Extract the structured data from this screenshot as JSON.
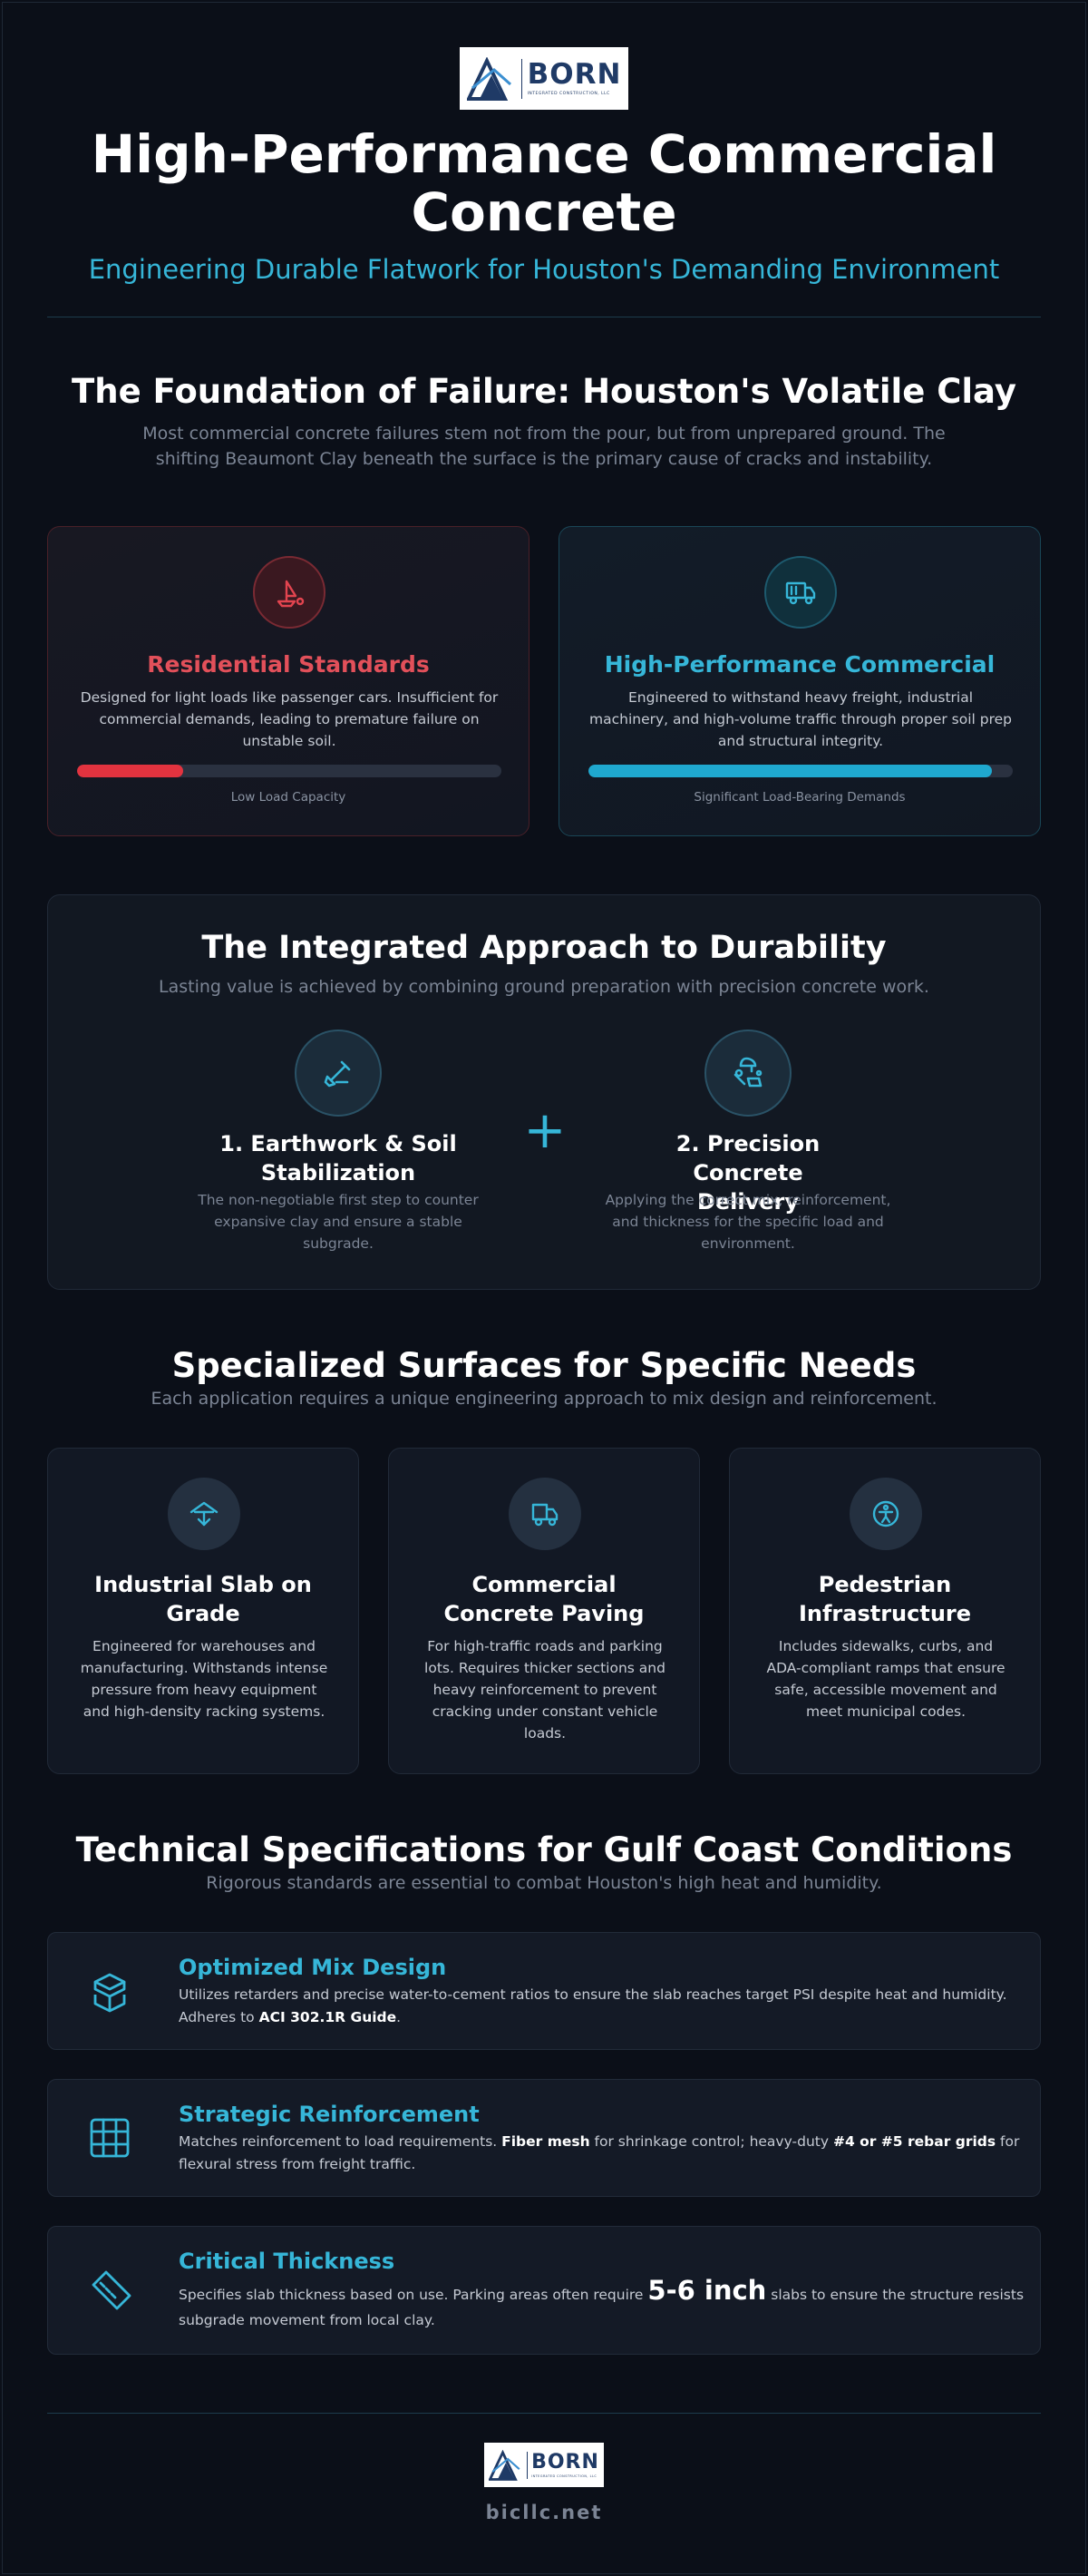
{
  "brand": {
    "logo_word": "BORN",
    "logo_tagline": "INTEGRATED CONSTRUCTION, LLC"
  },
  "header": {
    "title_line1": "High-Performance Commercial",
    "title_line2": "Concrete",
    "subtitle": "Engineering Durable Flatwork for Houston's Demanding Environment"
  },
  "foundation": {
    "title": "The Foundation of Failure: Houston's Volatile Clay",
    "subtitle": "Most commercial concrete failures stem not from the pour, but from unprepared ground. The shifting Beaumont Clay beneath the surface is the primary cause of cracks and instability.",
    "residential": {
      "icon": "sinking-boat-icon",
      "title": "Residential Standards",
      "body": "Designed for light loads like passenger cars. Insufficient for commercial demands, leading to premature failure on unstable soil.",
      "bar_fraction": 0.25,
      "bar_label": "Low Load Capacity",
      "color": "#e2444f"
    },
    "commercial": {
      "icon": "freight-truck-icon",
      "title": "High-Performance Commercial",
      "body": "Engineered to withstand heavy freight, industrial machinery, and high-volume traffic through proper soil prep and structural integrity.",
      "bar_fraction": 0.95,
      "bar_label": "Significant Load-Bearing Demands",
      "color": "#22a9cf"
    }
  },
  "approach": {
    "title": "The Integrated Approach to Durability",
    "subtitle": "Lasting value is achieved by combining ground preparation with precision concrete work.",
    "plus": "+",
    "steps": [
      {
        "icon": "shovel-icon",
        "title_line1": "1. Earthwork & Soil",
        "title_line2": "Stabilization",
        "body": "The non-negotiable first step to counter expansive clay and ensure a stable subgrade."
      },
      {
        "icon": "concrete-mixer-icon",
        "title_line1": "2. Precision Concrete",
        "title_line2": "Delivery",
        "body": "Applying the correct mix, reinforcement, and thickness for the specific load and environment."
      }
    ]
  },
  "surfaces": {
    "title": "Specialized Surfaces for Specific Needs",
    "subtitle": "Each application requires a unique engineering approach to mix design and reinforcement.",
    "items": [
      {
        "icon": "warehouse-icon",
        "title_line1": "Industrial Slab on",
        "title_line2": "Grade",
        "body": "Engineered for warehouses and manufacturing. Withstands intense pressure from heavy equipment and high-density racking systems."
      },
      {
        "icon": "truck-icon",
        "title_line1": "Commercial",
        "title_line2": "Concrete Paving",
        "body": "For high-traffic roads and parking lots. Requires thicker sections and heavy reinforcement to prevent cracking under constant vehicle loads."
      },
      {
        "icon": "accessibility-icon",
        "title_line1": "Pedestrian",
        "title_line2": "Infrastructure",
        "body": "Includes sidewalks, curbs, and ADA-compliant ramps that ensure safe, accessible movement and meet municipal codes."
      }
    ]
  },
  "specs": {
    "title": "Technical Specifications for Gulf Coast Conditions",
    "subtitle": "Rigorous standards are essential to combat Houston's high heat and humidity.",
    "mix": {
      "icon": "cube-stack-icon",
      "title": "Optimized Mix Design",
      "body_a": "Utilizes retarders and precise water-to-cement ratios to ensure the slab reaches target PSI despite heat and humidity. Adheres to ",
      "body_bold": "ACI 302.1R Guide",
      "body_b": "."
    },
    "reinforcement": {
      "icon": "rebar-grid-icon",
      "title": "Strategic Reinforcement",
      "body_a": "Matches reinforcement to load requirements. ",
      "bold_1": "Fiber mesh",
      "body_b": " for shrinkage control; heavy-duty ",
      "bold_2": "#4 or #5 rebar grids",
      "body_c": " for flexural stress from freight traffic."
    },
    "thickness": {
      "icon": "ruler-icon",
      "title": "Critical Thickness",
      "body_a": "Specifies slab thickness based on use. Parking areas often require ",
      "big": "5-6 inch",
      "body_b": " slabs to ensure the structure resists subgrade movement from local clay."
    }
  },
  "footer": {
    "url": "bicllc.net"
  },
  "colors": {
    "accent": "#36b6d8",
    "danger": "#e2444f",
    "background": "#0b0f18"
  }
}
